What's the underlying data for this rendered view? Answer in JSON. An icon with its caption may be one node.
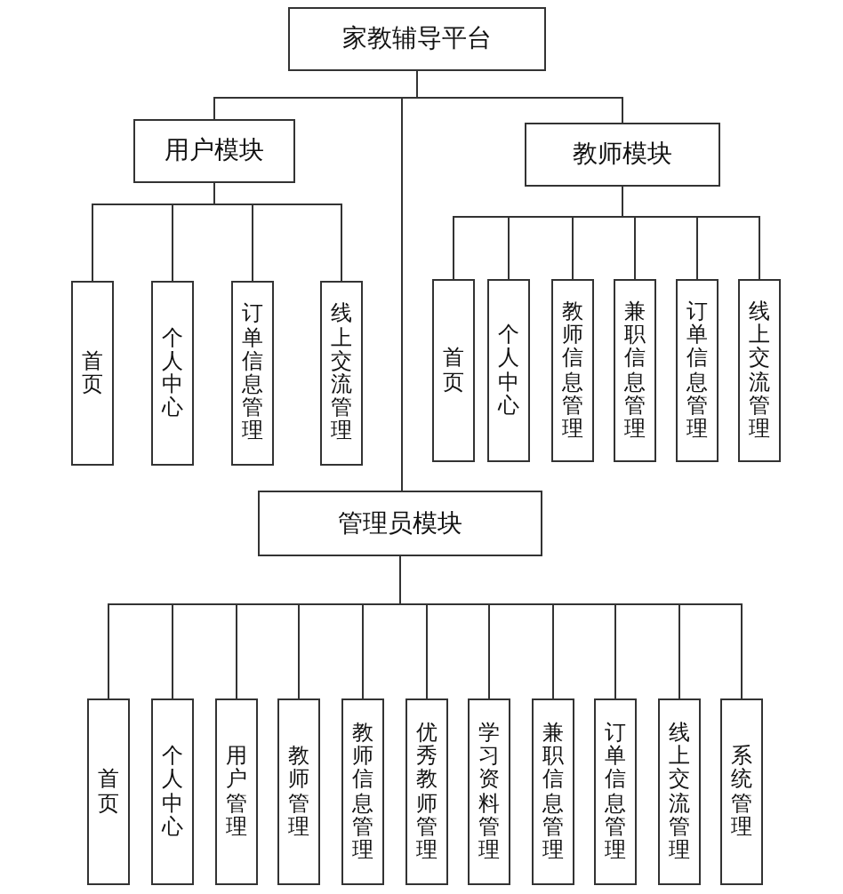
{
  "diagram": {
    "nodes": [
      {
        "text": [
          "家教辅导平台"
        ]
      },
      {
        "text": [
          "用户模块"
        ]
      },
      {
        "text": [
          "首页"
        ]
      },
      {
        "text": [
          "个人中心"
        ]
      },
      {
        "text": [
          "订单信息管理"
        ]
      },
      {
        "text": [
          "线上交流管理"
        ]
      },
      {
        "text": [
          "教师模块"
        ]
      },
      {
        "text": [
          "首页"
        ]
      },
      {
        "text": [
          "个人中心"
        ]
      },
      {
        "text": [
          "教师信息管理"
        ]
      },
      {
        "text": [
          "兼职信息管理"
        ]
      },
      {
        "text": [
          "订单信息管理"
        ]
      },
      {
        "text": [
          "线上交流管理"
        ]
      },
      {
        "text": [
          "管理员模块"
        ]
      },
      {
        "text": [
          "首页"
        ]
      },
      {
        "text": [
          "个人中心"
        ]
      },
      {
        "text": [
          "用户管理"
        ]
      },
      {
        "text": [
          "教师管理"
        ]
      },
      {
        "text": [
          "教师信息管理"
        ]
      },
      {
        "text": [
          "优秀教师管理"
        ]
      },
      {
        "text": [
          "学习资料管理"
        ]
      },
      {
        "text": [
          "兼职信息管理"
        ]
      },
      {
        "text": [
          "订单信息管理"
        ]
      },
      {
        "text": [
          "线上交流管理"
        ]
      },
      {
        "text": [
          "系统管理"
        ]
      }
    ],
    "edges": [
      {
        "from": 0,
        "to": 1,
        "arrow": "none"
      },
      {
        "from": 0,
        "to": 6,
        "arrow": "none"
      },
      {
        "from": 0,
        "to": 13,
        "arrow": "none"
      },
      {
        "from": 1,
        "to": 2,
        "arrow": "none"
      },
      {
        "from": 1,
        "to": 3,
        "arrow": "none"
      },
      {
        "from": 1,
        "to": 4,
        "arrow": "none"
      },
      {
        "from": 1,
        "to": 5,
        "arrow": "none"
      },
      {
        "from": 6,
        "to": 7,
        "arrow": "none"
      },
      {
        "from": 6,
        "to": 8,
        "arrow": "none"
      },
      {
        "from": 6,
        "to": 9,
        "arrow": "none"
      },
      {
        "from": 6,
        "to": 10,
        "arrow": "none"
      },
      {
        "from": 6,
        "to": 11,
        "arrow": "none"
      },
      {
        "from": 6,
        "to": 12,
        "arrow": "none"
      },
      {
        "from": 13,
        "to": 14,
        "arrow": "none"
      },
      {
        "from": 13,
        "to": 15,
        "arrow": "none"
      },
      {
        "from": 13,
        "to": 16,
        "arrow": "none"
      },
      {
        "from": 13,
        "to": 17,
        "arrow": "none"
      },
      {
        "from": 13,
        "to": 18,
        "arrow": "none"
      },
      {
        "from": 13,
        "to": 19,
        "arrow": "none"
      },
      {
        "from": 13,
        "to": 20,
        "arrow": "none"
      },
      {
        "from": 13,
        "to": 21,
        "arrow": "none"
      },
      {
        "from": 13,
        "to": 22,
        "arrow": "none"
      },
      {
        "from": 13,
        "to": 23,
        "arrow": "none"
      },
      {
        "from": 13,
        "to": 24,
        "arrow": "none"
      }
    ]
  }
}
